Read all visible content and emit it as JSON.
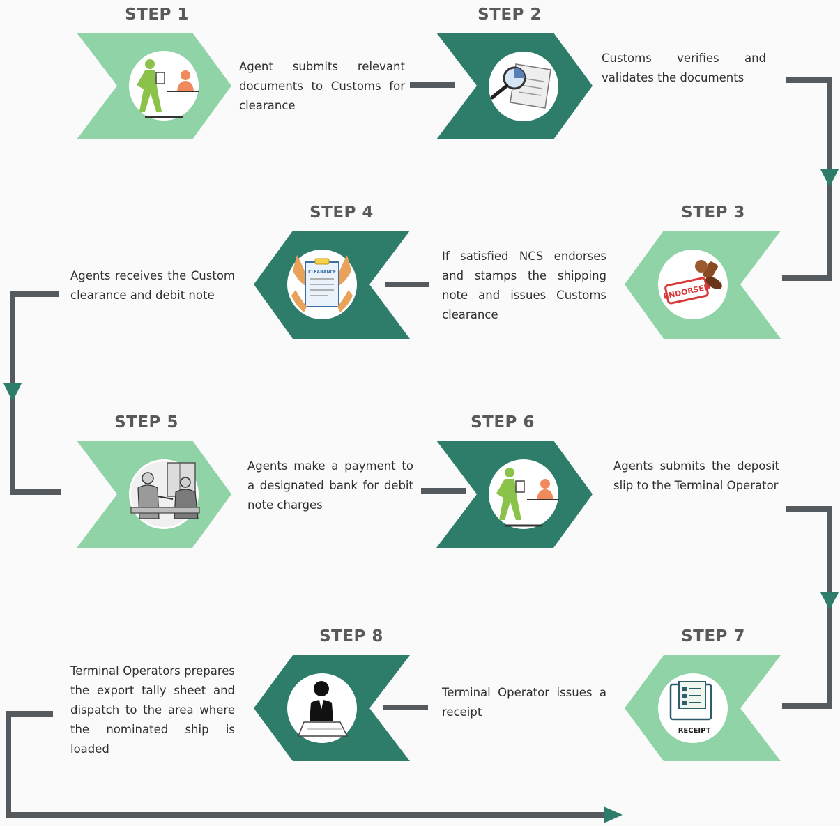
{
  "colors": {
    "light_green": "#8fd3a7",
    "dark_green": "#2e7d6b",
    "connector": "#555a5e",
    "arrowhead": "#2e7d6b"
  },
  "steps": [
    {
      "title": "STEP 1",
      "text": "Agent submits relevant documents to Customs for clearance",
      "icon": "agent-at-counter-icon"
    },
    {
      "title": "STEP 2",
      "text": "Customs verifies and validates the documents",
      "icon": "document-magnifier-icon"
    },
    {
      "title": "STEP 3",
      "text": "If satisfied NCS endorses and stamps the shipping note and issues Customs clearance",
      "icon": "endorsed-stamp-icon",
      "stamp_text": "ENDORSED"
    },
    {
      "title": "STEP 4",
      "text": "Agents receives the Custom clearance and debit note",
      "icon": "clearance-document-icon",
      "doc_text": "CLEARANCE"
    },
    {
      "title": "STEP 5",
      "text": "Agents make a payment to a designated bank for debit note charges",
      "icon": "bank-counter-icon"
    },
    {
      "title": "STEP 6",
      "text": "Agents submits the deposit slip to the Terminal Operator",
      "icon": "agent-at-counter-icon"
    },
    {
      "title": "STEP 7",
      "text": "Terminal Operator issues a receipt",
      "icon": "receipt-icon",
      "receipt_text": "RECEIPT"
    },
    {
      "title": "STEP 8",
      "text": "Terminal Operators prepares the export tally sheet and dispatch to the area where the nominated ship is loaded",
      "icon": "officer-at-desk-icon"
    }
  ]
}
